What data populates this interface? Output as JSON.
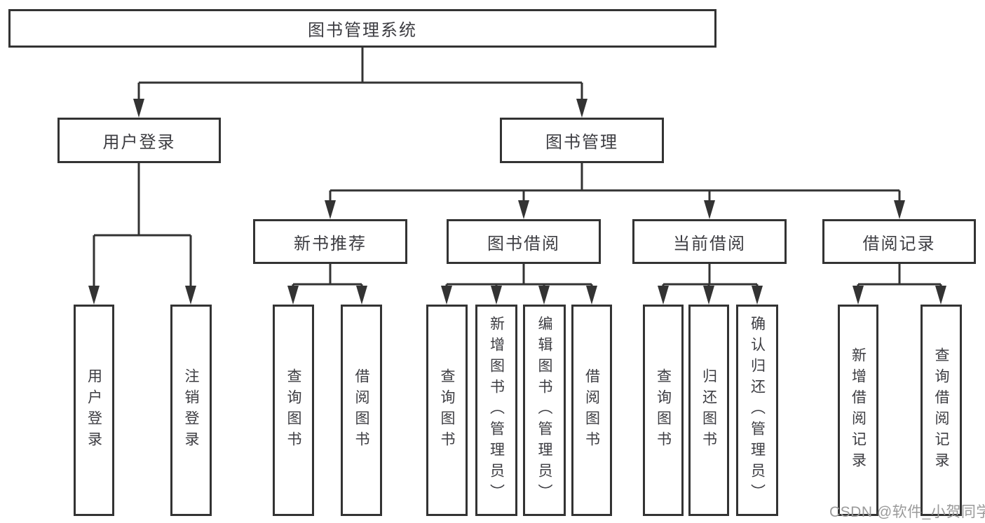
{
  "colors": {
    "line": "#333333",
    "text": "#3d3d42",
    "background": "#ffffff",
    "watermark": "#9a9a9a"
  },
  "tree": {
    "root": "图书管理系统",
    "level2": {
      "user_login": "用户登录",
      "book_mgmt": "图书管理"
    },
    "level3": {
      "new_book_rec": "新书推荐",
      "book_borrow": "图书借阅",
      "current_borrow": "当前借阅",
      "borrow_record": "借阅记录"
    },
    "leaves": {
      "user_login": "用户登录",
      "logout": "注销登录",
      "rec_query": "查询图书",
      "rec_borrow": "借阅图书",
      "borrow_query": "查询图书",
      "borrow_add": "新增图书（管理员）",
      "borrow_edit": "编辑图书（管理员）",
      "borrow_borrow": "借阅图书",
      "current_query": "查询图书",
      "current_return": "归还图书",
      "current_confirm": "确认归还（管理员）",
      "record_add": "新增借阅记录",
      "record_query": "查询借阅记录"
    }
  },
  "watermark": "CSDN @软件_小贺同学"
}
